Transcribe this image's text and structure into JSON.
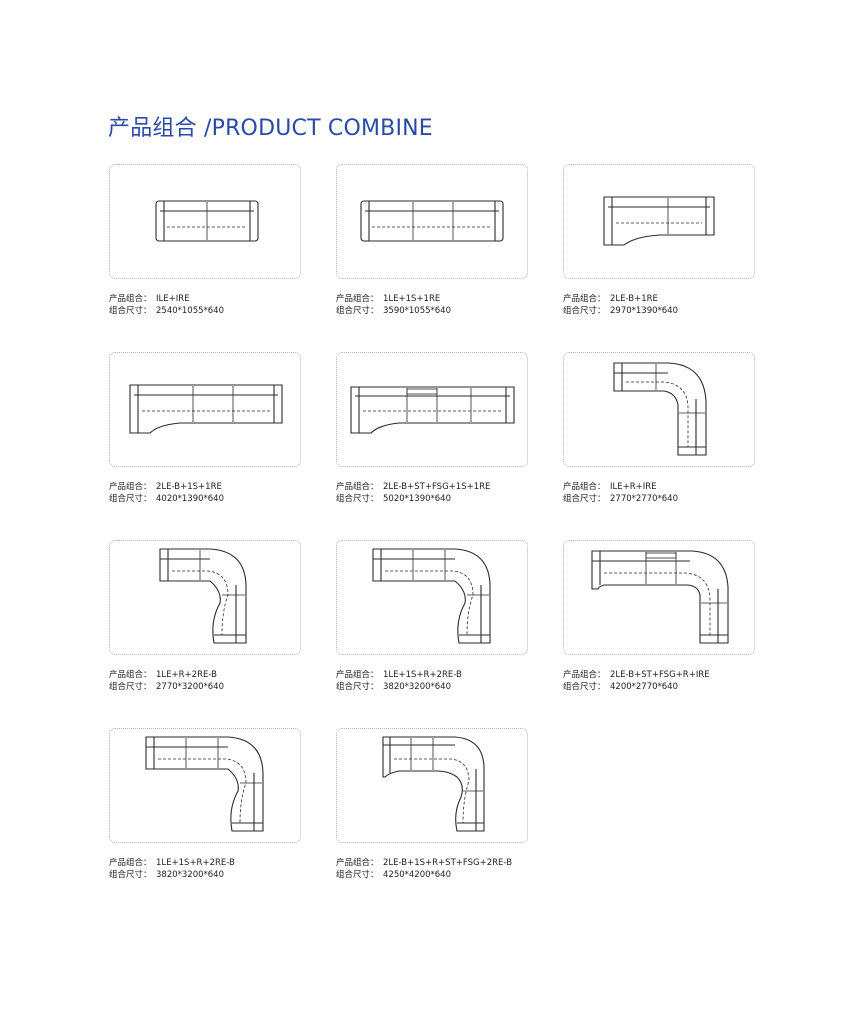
{
  "title": "产品组合 /PRODUCT COMBINE",
  "caption_labels": {
    "combo": "产品组合：",
    "size": "组合尺寸："
  },
  "items": [
    {
      "combo": "ILE+IRE",
      "size": "2540*1055*640",
      "icon": "straight-sofa-2-seat-icon"
    },
    {
      "combo": "1LE+1S+1RE",
      "size": "3590*1055*640",
      "icon": "straight-sofa-3-seat-icon"
    },
    {
      "combo": "2LE-B+1RE",
      "size": "2970*1390*640",
      "icon": "chaise-sofa-2-seat-icon"
    },
    {
      "combo": "2LE-B+1S+1RE",
      "size": "4020*1390*640",
      "icon": "chaise-sofa-3-seat-icon"
    },
    {
      "combo": "2LE-B+ST+FSG+1S+1RE",
      "size": "5020*1390*640",
      "icon": "chaise-sofa-4-seat-table-icon"
    },
    {
      "combo": "ILE+R+IRE",
      "size": "2770*2770*640",
      "icon": "corner-sofa-icon"
    },
    {
      "combo": "1LE+R+2RE-B",
      "size": "2770*3200*640",
      "icon": "corner-chaise-sofa-icon"
    },
    {
      "combo": "1LE+1S+R+2RE-B",
      "size": "3820*3200*640",
      "icon": "corner-chaise-sofa-long-icon"
    },
    {
      "combo": "2LE-B+ST+FSG+R+IRE",
      "size": "4200*2770*640",
      "icon": "corner-sofa-with-table-icon"
    },
    {
      "combo": "1LE+1S+R+2RE-B",
      "size": "3820*3200*640",
      "icon": "corner-chaise-sofa-long-icon"
    },
    {
      "combo": "2LE-B+1S+R+ST+FSG+2RE-B",
      "size": "4250*4200*640",
      "icon": "corner-chaise-sofa-table-icon"
    }
  ]
}
